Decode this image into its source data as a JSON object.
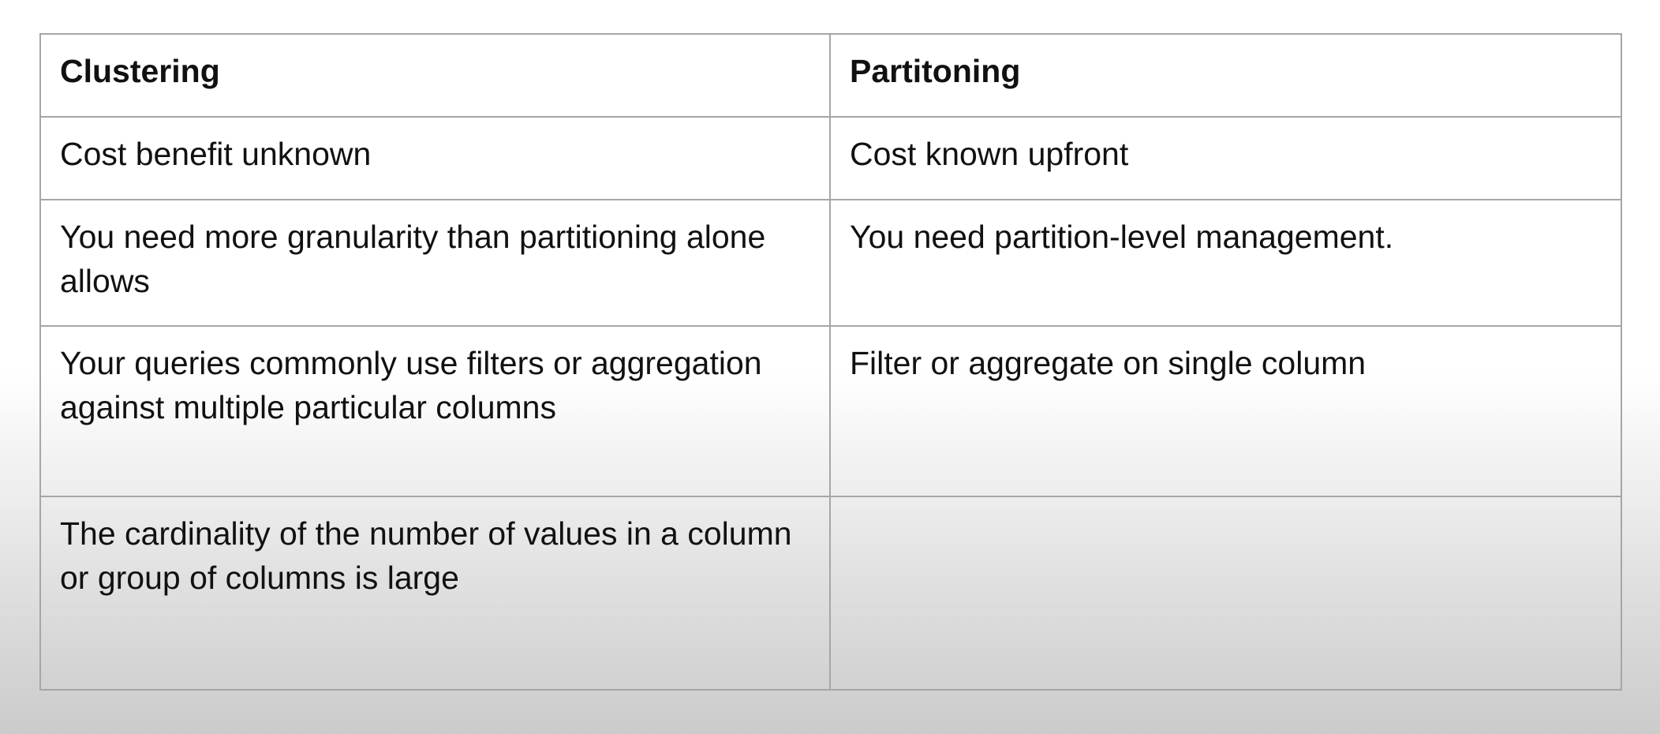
{
  "table": {
    "headers": [
      "Clustering",
      "Partitoning"
    ],
    "rows": [
      [
        "Cost benefit unknown",
        "Cost known upfront"
      ],
      [
        "You need more granularity than partitioning alone allows",
        "You need partition-level management."
      ],
      [
        "Your queries commonly use filters or aggregation against multiple particular columns",
        "Filter or aggregate on single column"
      ],
      [
        "The cardinality of the number of values in a column or group of columns is large",
        ""
      ]
    ]
  }
}
